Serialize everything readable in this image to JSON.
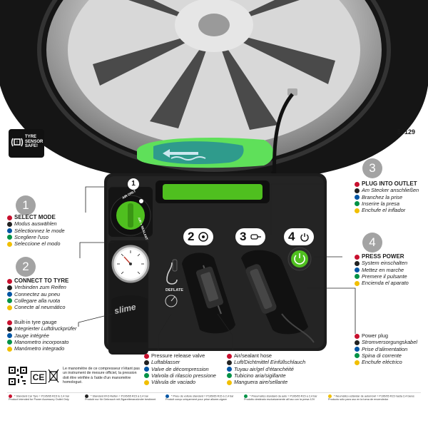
{
  "product_code": "50129",
  "badge": {
    "line1": "TYRE",
    "line2": "SENSOR",
    "line3": "SAFE!"
  },
  "dial": {
    "step": "1",
    "air_only": "AIR ONLY",
    "air_sealant": "AIR + SEALANT"
  },
  "device_steps": [
    "2",
    "3",
    "4"
  ],
  "deflate_label": "DEFLATE",
  "brand_logo": "slime",
  "step1": {
    "number": "1",
    "items": [
      "SELECT MODE",
      "Modus auswählen",
      "Sélectionnez le mode",
      "Scegliere l'uso",
      "Seleccione el modo"
    ]
  },
  "step2": {
    "number": "2",
    "items": [
      "CONNECT TO TYRE",
      "Verbinden zum Reifen",
      "Connectez au pneu",
      "Collegare alla ruota",
      "Conecte al neumático"
    ]
  },
  "step3": {
    "number": "3",
    "items": [
      "PLUG INTO OUTLET",
      "Am Stecker anschließen",
      "Branchez la prise",
      "Inserire la presa",
      "Enchufe el inflador"
    ]
  },
  "step4": {
    "number": "4",
    "items": [
      "PRESS POWER",
      "System einschalten",
      "Mettez en marche",
      "Premere il pulsante",
      "Encienda el aparato"
    ]
  },
  "gauge_callout": {
    "items": [
      "Built-in tyre gauge",
      "Integrierter Luftdruckprüfer",
      "Jauge intégrée",
      "Manometro incorporato",
      "Manómetro integrado"
    ]
  },
  "deflate_callout": {
    "items": [
      "Pressure release valve",
      "Luftablasser",
      "Valve de décompression",
      "Valvola di rilascio pressione",
      "Válvula de vaciado"
    ]
  },
  "hose_callout": {
    "items": [
      "Air/sealant hose",
      "Luft/Dichtmittel Einfüllschlauch",
      "Tuyau air/gel d'étanchéité",
      "Tubicino aria/sigillante",
      "Manguera aire/sellante"
    ]
  },
  "power_callout": {
    "items": [
      "Power plug",
      "Stromversorgungskabel",
      "Prise d'alimentation",
      "Spina di corrente",
      "Enchufe eléctrico"
    ]
  },
  "compliance_note": "Le manomètre de ce compresseur n'étant pas un instrument de mesure officiel, la pression doit être vérifiée à l'aide d'un manomètre homologué.",
  "compliance_marks": {
    "ce": "CE"
  },
  "footnotes": [
    {
      "line1": "* Standard Car Tyre = P195/65 R15 to 2,4 bar",
      "line2": "Product Intended for Power Accessory Outlet Only"
    },
    {
      "line1": "* Standard KFZ-Reifen = P195/65 R15 à 2,4 bar",
      "line2": "Produkt nur für Gebrauch mit Zigarettenanzünder bestimmt"
    },
    {
      "line1": "* Pneu de voiture standard = P195/65 R15 à 2,4 bar",
      "line2": "Produit conçu uniquement pour prise allume-cigare"
    },
    {
      "line1": "* Pneumatico standard da auto = P195/65 R15 a 2,4 bar",
      "line2": "Prodotto destinato esclusivamente all'uso con la presa 12V"
    },
    {
      "line1": "* Neumático estándar de automóvil = P195/65 R15 hasta 2,4 bares",
      "line2": "Producto sólo para uso en la toma de encendedor"
    }
  ],
  "colors": {
    "accent_green": "#4fbf1f",
    "device_body": "#1c1c1c",
    "step_circle": "#a3a3a3",
    "flag_uk": "#c8102e",
    "flag_de": "#222222",
    "flag_fr": "#0055a4",
    "flag_it": "#009246",
    "flag_es": "#f1bf00"
  },
  "flag_icons": [
    "uk-flag-icon",
    "germany-flag-icon",
    "france-flag-icon",
    "italy-flag-icon",
    "spain-flag-icon"
  ]
}
